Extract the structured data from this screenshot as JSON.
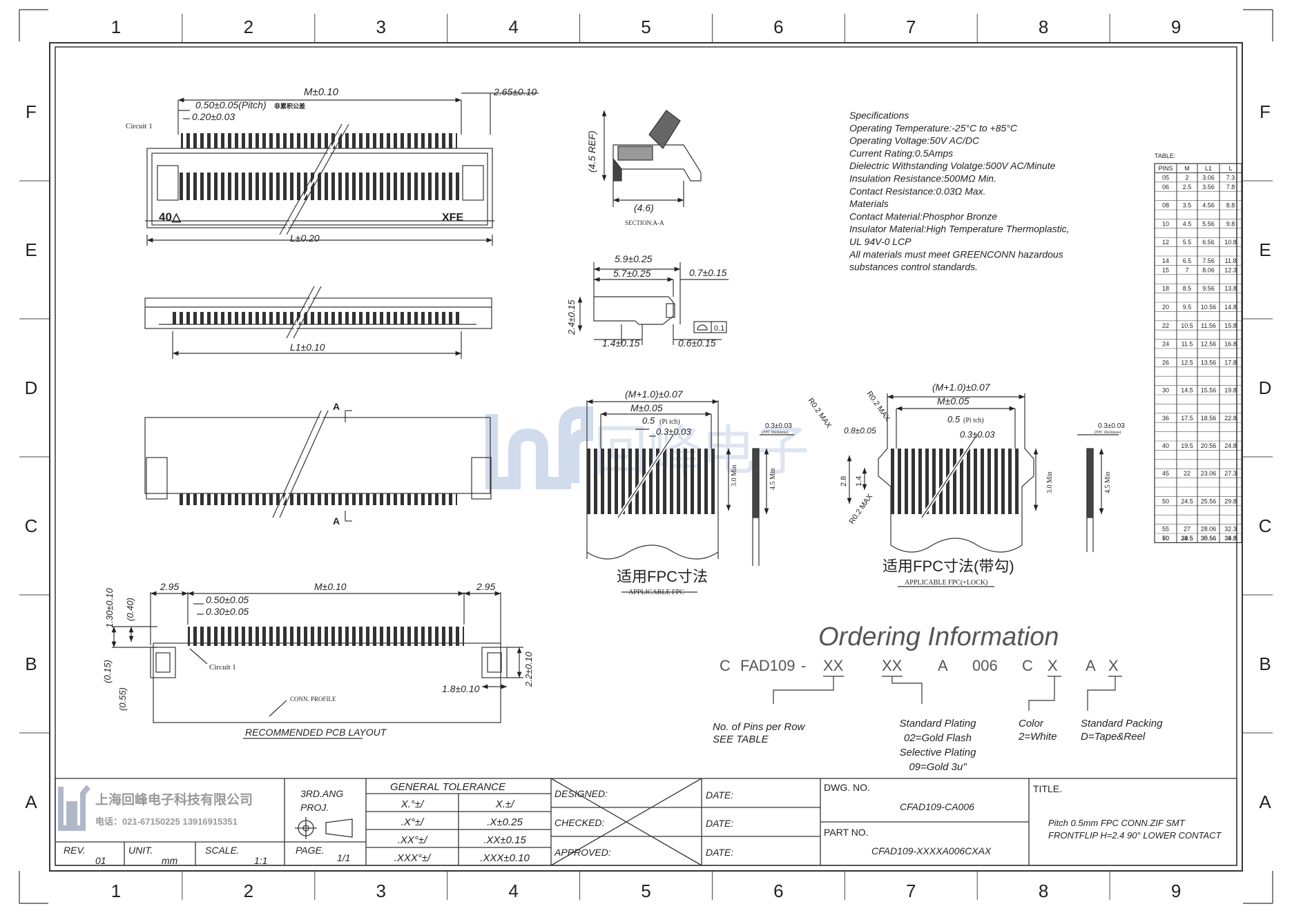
{
  "grid": {
    "columns": [
      "1",
      "2",
      "3",
      "4",
      "5",
      "6",
      "7",
      "8",
      "9"
    ],
    "rows": [
      "F",
      "E",
      "D",
      "C",
      "B",
      "A"
    ]
  },
  "top_view": {
    "m_dim": "M±0.10",
    "pitch": "0.50±0.05(Pitch)",
    "pitch_note": "非累积公差",
    "width_dim": "0.20±0.03",
    "circuit": "Circuit 1",
    "side_dim": "2.65±0.10",
    "marking_left": "40△",
    "marking_right": "XFE",
    "l_dim": "L±0.20"
  },
  "side_view": {
    "l1_dim": "L1±0.10"
  },
  "bottom_view": {
    "section_mark": "A"
  },
  "section": {
    "ref_height": "(4.5 REF)",
    "width": "(4.6)",
    "label": "SECTION:A-A"
  },
  "profile": {
    "w1": "5.9±0.25",
    "w2": "5.7±0.25",
    "w3": "0.7±0.15",
    "h": "2.4±0.15",
    "b1": "1.4±0.15",
    "b2": "0.6±0.15",
    "flat": "0.1"
  },
  "specs": {
    "lines": [
      "Specifications",
      "Operating Temperature:-25°C to +85°C",
      "Operating Voltage:50V AC/DC",
      "Current Rating:0.5Amps",
      "Dielectric Withstanding Volatge:500V AC/Minute",
      "Insulation Resistance:500MΩ Min.",
      "Contact Resistance:0.03Ω Max.",
      "Materials",
      "Contact Material:Phosphor Bronze",
      "Insulator Material:High Temperature Thermoplastic,",
      "UL 94V-0 LCP",
      "All materials must meet GREENCONN hazardous",
      "substances control standards."
    ]
  },
  "pin_table": {
    "caption": "TABLE:",
    "headers": [
      "PINS",
      "M",
      "L1",
      "L"
    ],
    "rows": [
      [
        "05",
        "2",
        "3.06",
        "7.3"
      ],
      [
        "06",
        "2.5",
        "3.56",
        "7.8"
      ],
      [
        "08",
        "3.5",
        "4.56",
        "8.8"
      ],
      [
        "10",
        "4.5",
        "5.56",
        "9.8"
      ],
      [
        "12",
        "5.5",
        "6.56",
        "10.8"
      ],
      [
        "14",
        "6.5",
        "7.56",
        "11.8"
      ],
      [
        "15",
        "7",
        "8.06",
        "12.3"
      ],
      [
        "18",
        "8.5",
        "9.56",
        "13.8"
      ],
      [
        "20",
        "9.5",
        "10.56",
        "14.8"
      ],
      [
        "22",
        "10.5",
        "11.56",
        "15.8"
      ],
      [
        "24",
        "11.5",
        "12.56",
        "16.8"
      ],
      [
        "26",
        "12.5",
        "13.56",
        "17.8"
      ],
      [
        "30",
        "14.5",
        "15.56",
        "19.8"
      ],
      [
        "36",
        "17.5",
        "18.56",
        "22.8"
      ],
      [
        "40",
        "19.5",
        "20.56",
        "24.8"
      ],
      [
        "45",
        "22",
        "23.06",
        "27.3"
      ],
      [
        "50",
        "24.5",
        "25.56",
        "29.8"
      ],
      [
        "55",
        "27",
        "28.06",
        "32.3"
      ],
      [
        "60",
        "29.5",
        "30.56",
        "34.8"
      ],
      [
        "70",
        "34.5",
        "35.56",
        "39.8"
      ]
    ]
  },
  "fpc1": {
    "outer": "(M+1.0)±0.07",
    "m": "M±0.05",
    "pitch": "0.5",
    "pitch_note": "(Pi tch)",
    "w": "0.3±0.03",
    "len": "3.0 Min",
    "thick": "0.3±0.03",
    "thick_note": "(FPC thickness)",
    "thick_len": "4.5 Min",
    "title": "适用FPC寸法",
    "subtitle": "APPLICABLE FPC"
  },
  "fpc2": {
    "outer": "(M+1.0)±0.07",
    "m": "M±0.05",
    "r1": "R0.2 MAX",
    "r2": "R0.2 MAX",
    "r3": "R0.2 MAX",
    "notch": "0.8±0.05",
    "pitch": "0.5",
    "pitch_note": "(Pi tch)",
    "w": "0.3±0.03",
    "h1": "2.8",
    "h2": "1.4",
    "len": "3.0 Min",
    "thick": "0.3±0.03",
    "thick_note": "(FPC thickness)",
    "thick_len": "4.5 Min",
    "title": "适用FPC寸法(带勾)",
    "subtitle": "APPLICABLE FPC(+LOCK)"
  },
  "pcb": {
    "left": "2.95",
    "m": "M±0.10",
    "right": "2.95",
    "pitch": "0.50±0.05",
    "width": "0.30±0.05",
    "h1": "1.30±0.10",
    "h2": "(0.40)",
    "h3": "(0.15)",
    "h4": "(0.55)",
    "pad_h": "2.2±0.10",
    "pad_w": "1.8±0.10",
    "circuit": "Circuit 1",
    "profile": "CONN. PROFILE",
    "title": "RECOMMENDED PCB LAYOUT"
  },
  "ordering": {
    "title": "Ordering Information",
    "code": [
      "C",
      "FAD109",
      "-",
      "XX",
      "XX",
      "A",
      "006",
      "C",
      "X",
      "A",
      "X"
    ],
    "pins": [
      "No. of Pins per Row",
      "SEE TABLE"
    ],
    "plating": [
      "Standard Plating",
      "02=Gold Flash",
      "Selective Plating",
      "09=Gold 3u\""
    ],
    "color": [
      "Color",
      "2=White"
    ],
    "packing": [
      "Standard Packing",
      "D=Tape&Reel"
    ]
  },
  "watermark": {
    "text": "回峰电子"
  },
  "title_block": {
    "company": "上海回峰电子科技有限公司",
    "phone": "电话：021-67150225 13916915351",
    "projection": [
      "3RD.ANG",
      "PROJ."
    ],
    "tolerance_title": "GENERAL TOLERANCE",
    "tolerances": [
      [
        "X.°±/",
        "X.±/"
      ],
      [
        ".X°±/",
        ".X±0.25"
      ],
      [
        ".XX°±/",
        ".XX±0.15"
      ],
      [
        ".XXX°±/",
        ".XXX±0.10"
      ]
    ],
    "rev_label": "REV.",
    "rev": "01",
    "unit_label": "UNIT.",
    "unit": "mm",
    "scale_label": "SCALE.",
    "scale": "1:1",
    "page_label": "PAGE.",
    "page": "1/1",
    "designed": "DESIGNED:",
    "checked": "CHECKED:",
    "approved": "APPROVED:",
    "date": "DATE:",
    "dwg_label": "DWG. NO.",
    "dwg": "CFAD109-CA006",
    "part_label": "PART NO.",
    "part": "CFAD109-XXXXA006CXAX",
    "title_label": "TITLE.",
    "title_lines": [
      "Pitch 0.5mm FPC CONN.ZIF SMT",
      "FRONTFLIP H=2.4 90° LOWER CONTACT"
    ]
  }
}
